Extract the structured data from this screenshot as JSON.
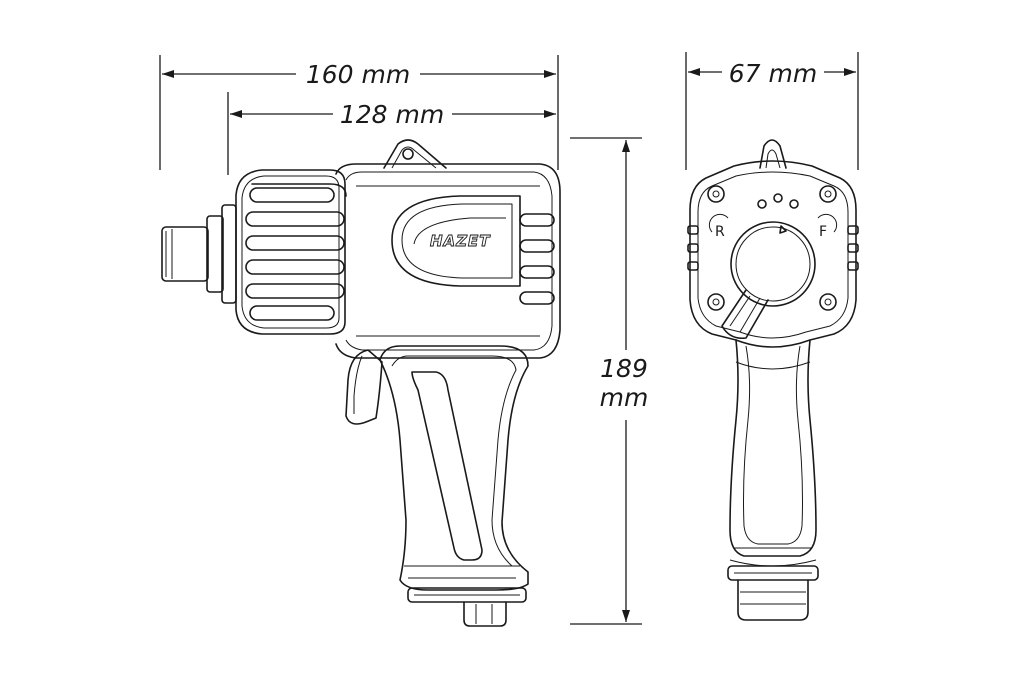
{
  "dimensions": {
    "overall_length": "160 mm",
    "body_length": "128 mm",
    "height_value": "189",
    "height_unit": "mm",
    "width": "67 mm"
  },
  "brand": {
    "logo": "HAZET"
  },
  "rear_panel": {
    "reverse_symbol": "R",
    "forward_symbol": "F"
  }
}
